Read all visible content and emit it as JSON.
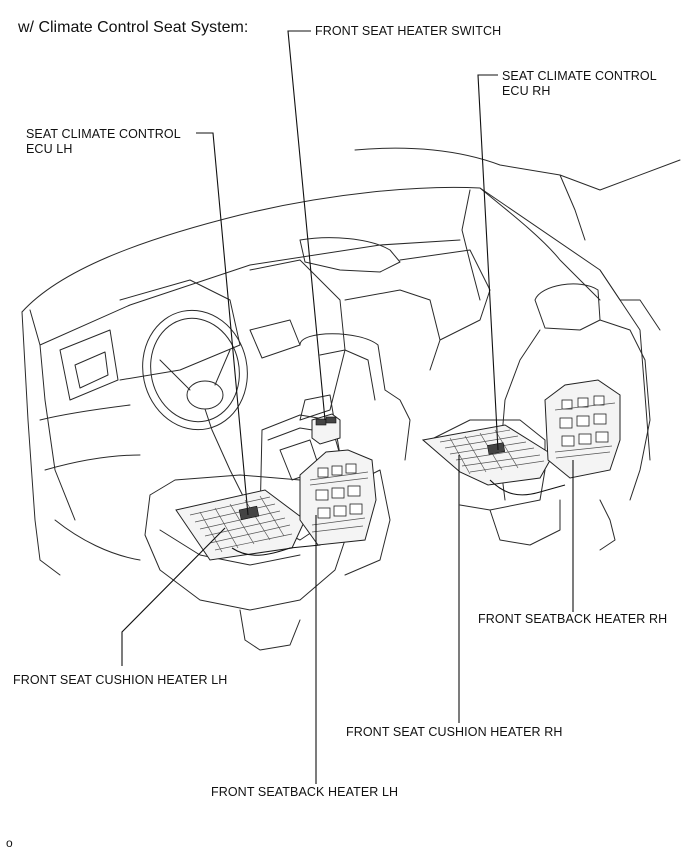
{
  "heading": "w/ Climate Control Seat System:",
  "labels": {
    "front_seat_heater_switch": "FRONT SEAT HEATER SWITCH",
    "seat_climate_control_ecu_rh": "SEAT CLIMATE CONTROL\nECU RH",
    "seat_climate_control_ecu_lh": "SEAT CLIMATE CONTROL\nECU LH",
    "front_seatback_heater_rh": "FRONT SEATBACK HEATER RH",
    "front_seat_cushion_heater_lh": "FRONT SEAT CUSHION HEATER LH",
    "front_seat_cushion_heater_rh": "FRONT SEAT CUSHION HEATER RH",
    "front_seatback_heater_lh": "FRONT SEATBACK HEATER LH"
  },
  "footnote": "o"
}
